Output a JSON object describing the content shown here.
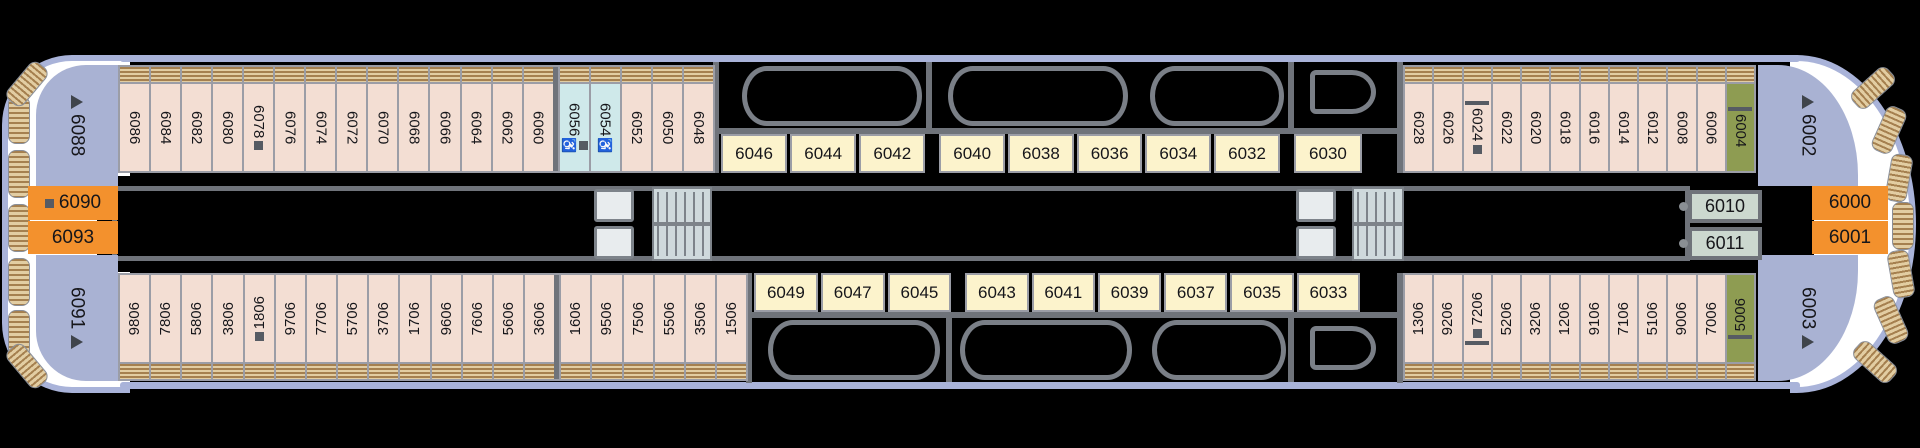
{
  "deck_name": "deck-plan",
  "colors": {
    "background": "#000000",
    "hull": "#a9b3d9",
    "standard_cabin": "#f3ded3",
    "accessible_cabin": "#cfe9ea",
    "inside_cabin": "#fcf3cc",
    "suite_blue": "#a9b2d3",
    "suite_orange": "#f3912d",
    "suite_green": "#8e9c52",
    "corridor_box": "#ccd8cf",
    "balcony_hatch": "#a5804f",
    "wall_grey": "#6f737a"
  },
  "icons": {
    "wheelchair": "♿"
  },
  "ends": {
    "left": {
      "top": {
        "n": "6088"
      },
      "mid": [
        {
          "n": "6090"
        },
        {
          "n": "6093"
        }
      ],
      "bottom": {
        "n": "6091"
      }
    },
    "right": {
      "top": {
        "n": "6002"
      },
      "mid": [
        {
          "n": "6000"
        },
        {
          "n": "6001"
        }
      ],
      "bottom": {
        "n": "6003"
      },
      "corridor_boxes": [
        {
          "n": "6010"
        },
        {
          "n": "6011"
        }
      ]
    }
  },
  "rows": {
    "top_outer_left": [
      {
        "n": "6086"
      },
      {
        "n": "6084"
      },
      {
        "n": "6082"
      },
      {
        "n": "6080"
      },
      {
        "n": "6078",
        "m": [
          "sq"
        ]
      },
      {
        "n": "6076"
      },
      {
        "n": "6074"
      },
      {
        "n": "6072"
      },
      {
        "n": "6070"
      },
      {
        "n": "6068"
      },
      {
        "n": "6066"
      },
      {
        "n": "6064"
      },
      {
        "n": "6062"
      },
      {
        "n": "6060",
        "gap": true
      },
      {
        "n": "6056",
        "c": "acc",
        "m": [
          "wc",
          "sq"
        ]
      },
      {
        "n": "6054",
        "c": "acc",
        "m": [
          "wc"
        ]
      },
      {
        "n": "6052"
      },
      {
        "n": "6050"
      },
      {
        "n": "6048"
      }
    ],
    "top_inner": [
      [
        "6046",
        "6044",
        "6042"
      ],
      [
        "6040",
        "6038",
        "6036",
        "6034",
        "6032"
      ],
      [
        "6030"
      ]
    ],
    "top_outer_right": [
      {
        "n": "6028"
      },
      {
        "n": "6026"
      },
      {
        "n": "6024",
        "m": [
          "sq"
        ],
        "bar": "top"
      },
      {
        "n": "6022"
      },
      {
        "n": "6020"
      },
      {
        "n": "6018"
      },
      {
        "n": "6016"
      },
      {
        "n": "6014"
      },
      {
        "n": "6012"
      },
      {
        "n": "6008"
      },
      {
        "n": "6006"
      },
      {
        "n": "6004",
        "c": "green",
        "bar": "top"
      }
    ],
    "bottom_outer_left": [
      {
        "n": "6089"
      },
      {
        "n": "6087"
      },
      {
        "n": "6085"
      },
      {
        "n": "6083"
      },
      {
        "n": "6081",
        "m": [
          "sq"
        ]
      },
      {
        "n": "6079"
      },
      {
        "n": "6077"
      },
      {
        "n": "6075"
      },
      {
        "n": "6073"
      },
      {
        "n": "6071"
      },
      {
        "n": "6069"
      },
      {
        "n": "6067"
      },
      {
        "n": "6065"
      },
      {
        "n": "6063",
        "gap": true
      },
      {
        "n": "6061"
      },
      {
        "n": "6059"
      },
      {
        "n": "6057"
      },
      {
        "n": "6055"
      },
      {
        "n": "6053"
      },
      {
        "n": "6051"
      }
    ],
    "bottom_inner": [
      [
        "6049",
        "6047",
        "6045"
      ],
      [
        "6043",
        "6041",
        "6039",
        "6037",
        "6035",
        "6033"
      ]
    ],
    "bottom_outer_right": [
      {
        "n": "6031"
      },
      {
        "n": "6029"
      },
      {
        "n": "6027",
        "m": [
          "sq"
        ],
        "bar": "bottom"
      },
      {
        "n": "6025"
      },
      {
        "n": "6023"
      },
      {
        "n": "6021"
      },
      {
        "n": "6019"
      },
      {
        "n": "6017"
      },
      {
        "n": "6015"
      },
      {
        "n": "6009"
      },
      {
        "n": "6007"
      },
      {
        "n": "6005",
        "c": "green",
        "bar": "bottom"
      }
    ]
  }
}
